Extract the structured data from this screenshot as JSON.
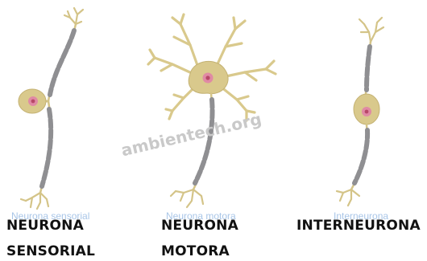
{
  "watermark": "ambientech.org",
  "colors": {
    "body": "#d9c98c",
    "body_stroke": "#c4b273",
    "nucleus": "#e08aa4",
    "nucleus_center": "#b84868",
    "myelin": "#8f8f92",
    "axon": "#d4c488",
    "faint_label": "#a9c6e8"
  },
  "neurons": [
    {
      "id": "sensorial",
      "faint_label": "Neurona sensorial",
      "caption_line1": "NEURONA",
      "caption_line2": "SENSORIAL"
    },
    {
      "id": "motora",
      "faint_label": "Neurona motora",
      "caption_line1": "NEURONA",
      "caption_line2": "MOTORA"
    },
    {
      "id": "interneurona",
      "faint_label": "Interneurona",
      "caption_line1": "INTERNEURONA",
      "caption_line2": ""
    }
  ]
}
